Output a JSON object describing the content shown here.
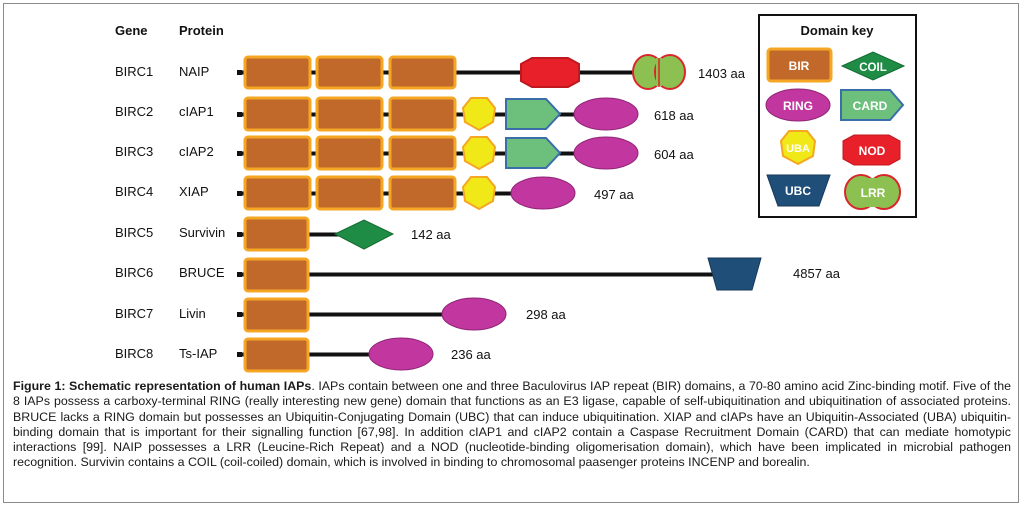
{
  "headers": {
    "gene": "Gene",
    "protein": "Protein"
  },
  "rows": [
    {
      "gene": "BIRC1",
      "protein": "NAIP",
      "length": "1403 aa"
    },
    {
      "gene": "BIRC2",
      "protein": "cIAP1",
      "length": "618 aa"
    },
    {
      "gene": "BIRC3",
      "protein": "cIAP2",
      "length": "604 aa"
    },
    {
      "gene": "BIRC4",
      "protein": "XIAP",
      "length": "497 aa"
    },
    {
      "gene": "BIRC5",
      "protein": "Survivin",
      "length": "142 aa"
    },
    {
      "gene": "BIRC6",
      "protein": "BRUCE",
      "length": "4857 aa"
    },
    {
      "gene": "BIRC7",
      "protein": "Livin",
      "length": "298 aa"
    },
    {
      "gene": "BIRC8",
      "protein": "Ts-IAP",
      "length": "236 aa"
    }
  ],
  "key": {
    "title": "Domain key",
    "bir": "BIR",
    "coil": "COIL",
    "ring": "RING",
    "card": "CARD",
    "uba": "UBA",
    "nod": "NOD",
    "ubc": "UBC",
    "lrr": "LRR"
  },
  "colors": {
    "bir": "#c0692b",
    "bir_border": "#f5a623",
    "coil": "#1e8c45",
    "ring": "#c2369f",
    "card": "#6cc07c",
    "card_border": "#3a6ea8",
    "uba": "#f1e817",
    "uba_border": "#f5a623",
    "nod": "#e8202a",
    "ubc": "#1f4e79",
    "lrr": "#8cc152",
    "lrr_border": "#d9262b"
  },
  "caption": {
    "bold": "Figure 1: Schematic representation of human IAPs",
    "text": ". IAPs contain between one and three Baculovirus IAP repeat (BIR) domains, a 70-80 amino acid Zinc-binding motif. Five of the 8 IAPs possess a carboxy-terminal RING (really interesting new gene) domain that functions as an E3 ligase, capable of self-ubiquitination and ubiquitination of associated proteins. BRUCE lacks a RING domain but possesses an Ubiquitin-Conjugating Domain (UBC) that can induce ubiquitination. XIAP and cIAPs have an Ubiquitin-Associated (UBA) ubiquitin-binding domain that is important for their signalling function [67,98]. In addition cIAP1 and cIAP2 contain a Caspase Recruitment Domain (CARD) that can mediate homotypic interactions [99]. NAIP possesses a LRR (Leucine-Rich Repeat) and a NOD (nucleotide-binding oligomerisation domain), which have been implicated in microbial pathogen recognition. Survivin contains a COIL (coil-coiled) domain, which is involved in binding to chromosomal paasenger proteins INCENP and borealin."
  }
}
